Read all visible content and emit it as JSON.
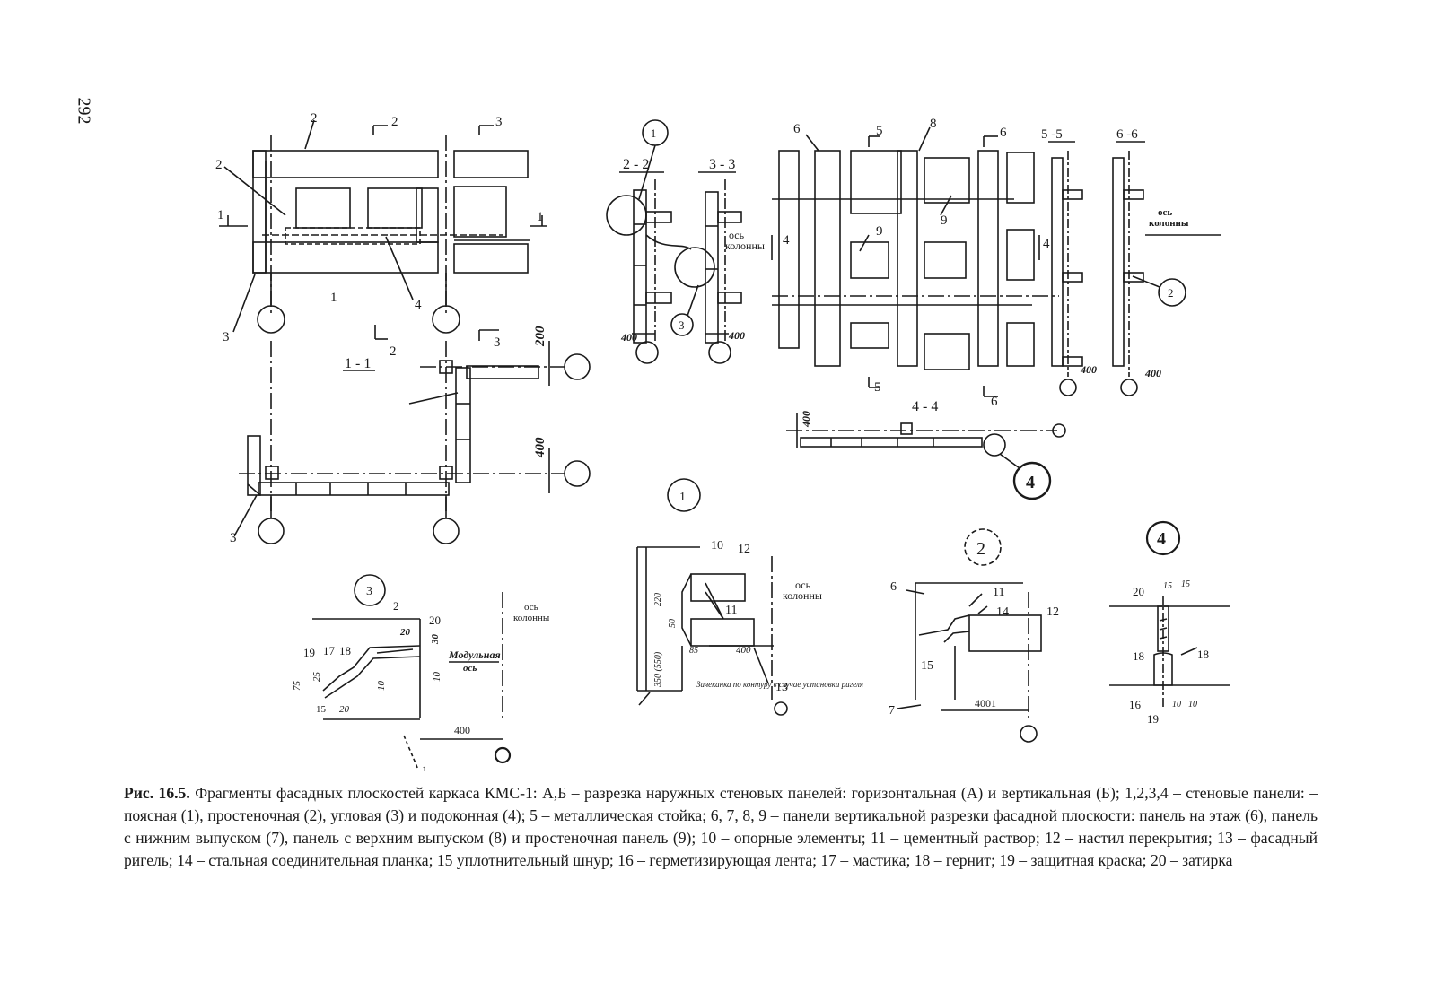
{
  "page_number": "292",
  "figure": {
    "labels": {
      "sec_2_2": "2 - 2",
      "sec_3_3": "3 - 3",
      "sec_1_1": "1 - 1",
      "sec_4_4": "4 - 4",
      "sec_5_5": "5 -5",
      "sec_6_6": "6 -6",
      "axis_column": "ось колонны",
      "axis_col_a": "ось",
      "axis_col_b": "колонны",
      "modular_a": "Модульная",
      "modular_b": "ось",
      "n1": "1",
      "n2": "2",
      "n3": "3",
      "n4": "4",
      "n5": "5",
      "n6": "6",
      "n7": "7",
      "n8": "8",
      "n9": "9",
      "n10": "10",
      "n11": "11",
      "n12": "12",
      "n13": "13",
      "n14": "14",
      "n15": "15",
      "n16": "16",
      "n17": "17",
      "n18": "18",
      "n19": "19",
      "n20": "20",
      "d400": "400",
      "d200": "200",
      "d4001": "4001",
      "d220": "220",
      "d350": "350 (550)",
      "d75": "75",
      "d25": "25",
      "d30": "30",
      "d10": "10",
      "d15": "15",
      "d20": "20",
      "d85": "85",
      "d50": "50",
      "note_grout": "Зачеканка по контуру в случае установки ригеля"
    }
  },
  "caption": {
    "lead": "Рис. 16.5.",
    "text": "Фрагменты фасадных плоскостей каркаса КМС-1: А,Б – разрезка наружных стеновых панелей: горизонтальная (А) и вертикальная (Б); 1,2,3,4 – стеновые панели: – поясная (1), простеночная (2), угловая (3) и подоконная (4); 5 – металлическая стойка; 6, 7, 8, 9 – панели вертикальной разрезки фасадной плоскости: панель на этаж (6), панель с нижним выпуском (7), панель с верхним выпуском (8) и простеночная панель (9); 10 – опорные элементы; 11 – цементный раствор; 12 – настил перекрытия; 13 – фасадный ригель; 14 – стальная соединительная планка; 15 уплотнительный шнур; 16 – герметизирующая лента; 17 – мастика; 18 – гернит; 19 – защитная краска; 20 – затирка"
  }
}
